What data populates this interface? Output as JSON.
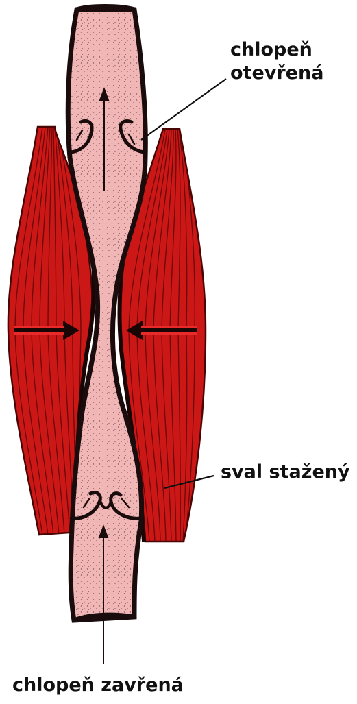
{
  "labels": {
    "valve_open_line1": "chlopeň",
    "valve_open_line2": "otevřená",
    "muscle_contracted": "sval stažený",
    "valve_closed": "chlopeň zavřená"
  },
  "colors": {
    "background": "#ffffff",
    "muscle_red": "#cc1717",
    "muscle_fiber_dark": "#5a0606",
    "vein_pink": "#f1b6b6",
    "vein_wall": "#1a0c0c",
    "arrow_red": "#e82a2a",
    "line": "#111111"
  }
}
